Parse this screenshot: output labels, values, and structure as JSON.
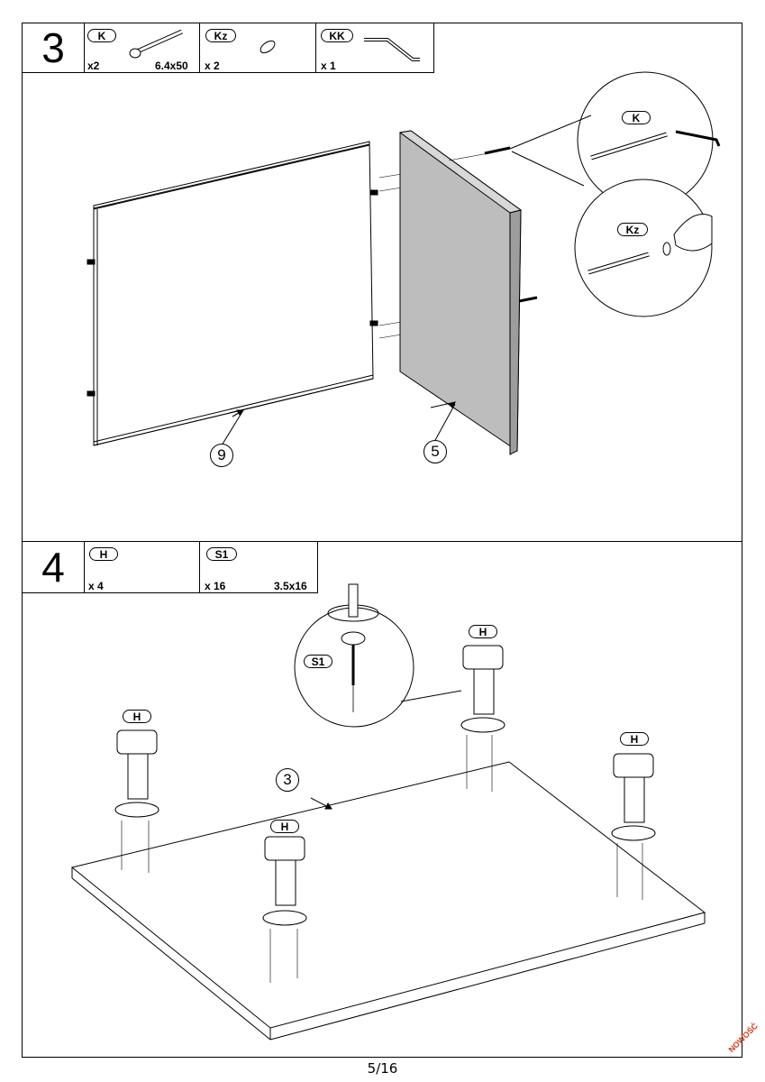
{
  "step3": {
    "number": "3",
    "parts": [
      {
        "code": "K",
        "qty": "x2",
        "size": "6.4x50"
      },
      {
        "code": "Kz",
        "qty": "x 2",
        "size": ""
      },
      {
        "code": "KK",
        "qty": "x 1",
        "size": ""
      }
    ],
    "callouts": {
      "panel_left": "9",
      "panel_right": "5",
      "detail_top": "K",
      "detail_bottom": "Kz"
    }
  },
  "step4": {
    "number": "4",
    "parts": [
      {
        "code": "H",
        "qty": "x 4",
        "size": ""
      },
      {
        "code": "S1",
        "qty": "x 16",
        "size": "3.5x16"
      }
    ],
    "callouts": {
      "board": "3",
      "leg": "H",
      "detail": "S1"
    }
  },
  "footer": {
    "page": "5/16",
    "stamp": "NOWOŚĆ"
  },
  "colors": {
    "panel_grey": "#bdbdbd",
    "stamp_red": "#d43a1a"
  }
}
